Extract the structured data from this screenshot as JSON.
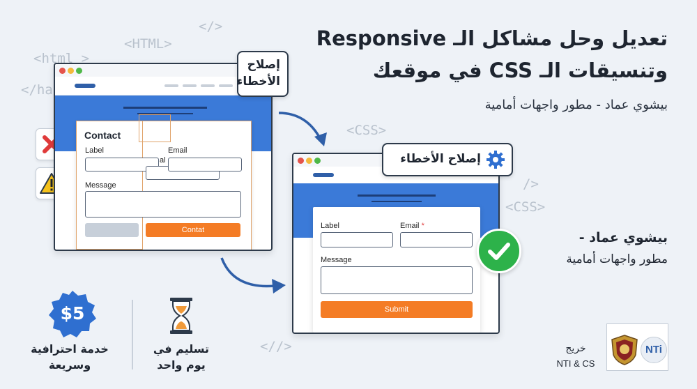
{
  "code_snippets": [
    "</>",
    "<HTML>",
    "<html >",
    "</ha",
    "<CSS>",
    "/>",
    "<CSS>",
    "<//>"
  ],
  "headline": {
    "line1": "تعديل وحل مشاكل الـ Responsive",
    "line2": "وتنسيقات الـ CSS في موقعك",
    "subtitle": "بيشوي عماد - مطور واجهات أمامية"
  },
  "author": {
    "name": "بيشوي عماد -",
    "role": "مطور واجهات أمامية"
  },
  "broken_window": {
    "badge_line1": "إصلاح",
    "badge_line2": "الأخطاء",
    "form_title": "Contact",
    "label_label": "Label",
    "email_label": "Email",
    "overlap_text": "al",
    "message_label": "Message",
    "button_label": "Contat"
  },
  "fixed_window": {
    "badge": "إصلاح الأخطاء",
    "label_label": "Label",
    "email_label": "Email",
    "required_mark": "*",
    "message_label": "Message",
    "button_label": "Submit"
  },
  "price": {
    "value": "$5",
    "line1": "خدمة احترافية",
    "line2": "وسريعة"
  },
  "delivery": {
    "line1": "تسليم في",
    "line2": "يوم واحد"
  },
  "graduate": {
    "label": "خريج",
    "schools": "NTI & CS",
    "nti_logo_text": "NTi"
  },
  "colors": {
    "accent_blue": "#3b7ad8",
    "orange": "#f47c25",
    "green": "#2db24a",
    "red": "#e03a3a",
    "dark": "#1e2530"
  }
}
